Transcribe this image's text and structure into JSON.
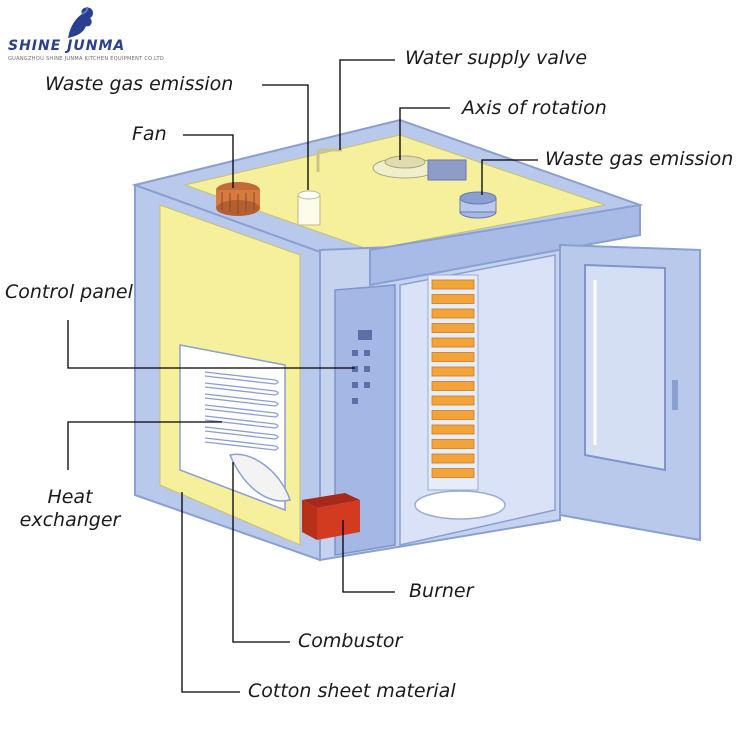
{
  "logo": {
    "brand": "SHINE JUNMA",
    "tagline": "GUANGZHOU SHINE JUNMA KITCHEN EQUIPMENT CO.LTD"
  },
  "labels": {
    "water_supply_valve": "Water supply valve",
    "waste_gas_emission_left": "Waste gas emission",
    "axis_of_rotation": "Axis of rotation",
    "fan": "Fan",
    "waste_gas_emission_right": "Waste gas emission",
    "control_panel": "Control panel",
    "heat_exchanger": "Heat exchanger",
    "burner": "Burner",
    "combustor": "Combustor",
    "cotton_sheet_material": "Cotton sheet material"
  },
  "colors": {
    "frame_blue": "#b9c9ec",
    "frame_dark": "#8a9fd2",
    "insulation_yellow": "#f6ef9c",
    "burner_red": "#d23b1f",
    "tray_orange": "#f2a33a",
    "leader_line": "#000000"
  }
}
